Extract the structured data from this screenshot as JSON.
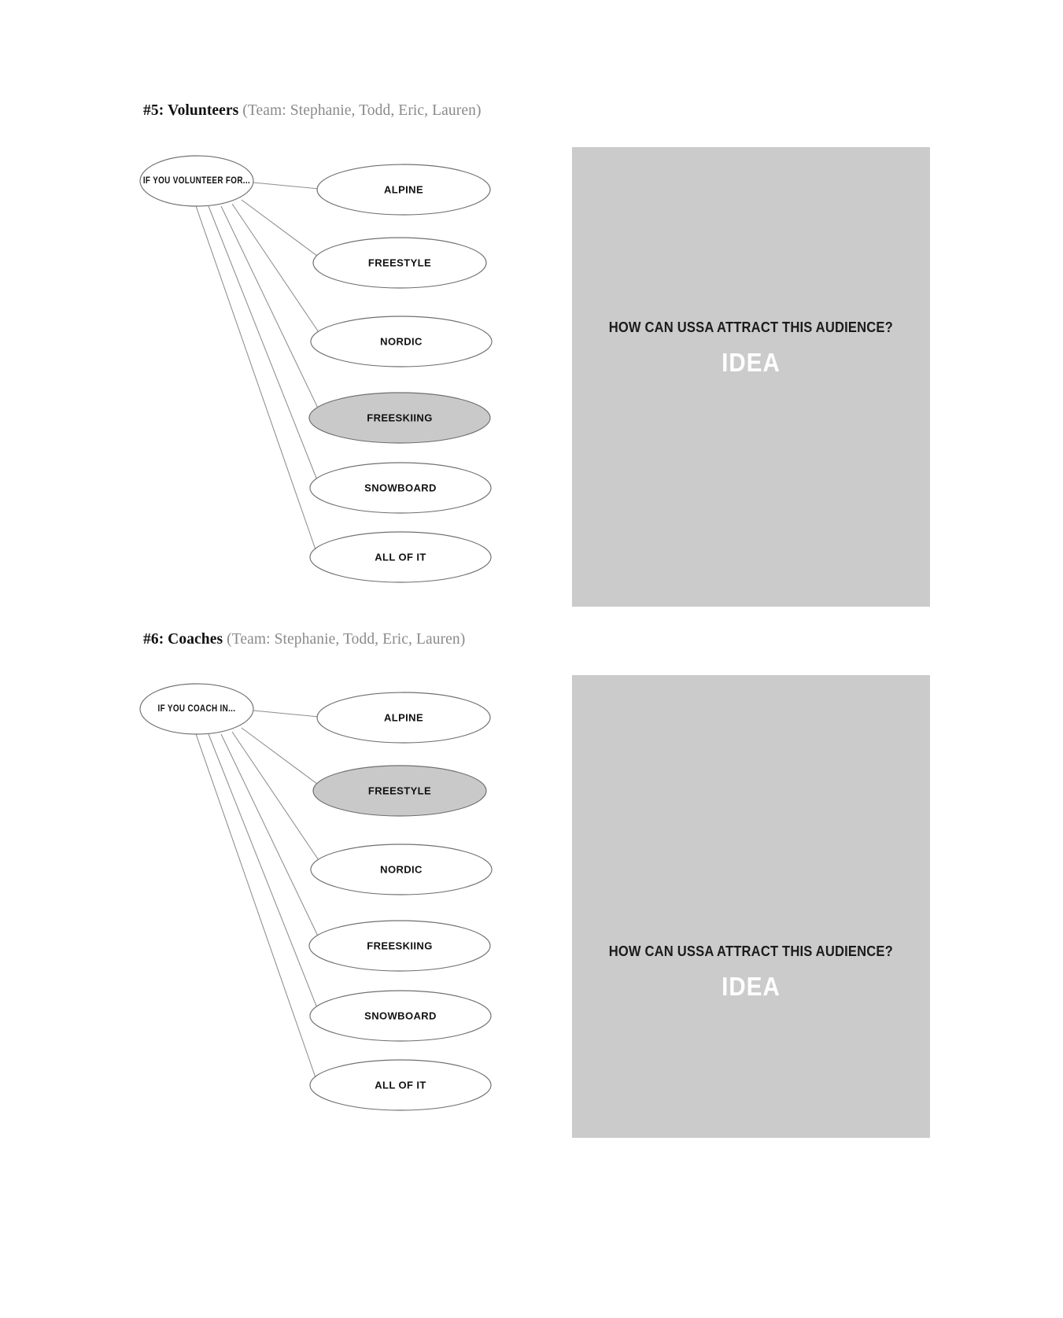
{
  "document": {
    "background_color": "#ffffff",
    "panel_color": "#cbcbcb",
    "highlight_color": "#c9c9c9",
    "heading_team_color": "#8a8a8a"
  },
  "sections": [
    {
      "id": "volunteers",
      "heading": {
        "number": "#5:",
        "title": "Volunteers",
        "team": "(Team: Stephanie, Todd, Eric, Lauren)"
      },
      "diagram": {
        "root": {
          "label": "IF YOU VOLUNTEER FOR..."
        },
        "nodes": [
          {
            "label": "ALPINE",
            "highlighted": false
          },
          {
            "label": "FREESTYLE",
            "highlighted": false
          },
          {
            "label": "NORDIC",
            "highlighted": false
          },
          {
            "label": "FREESKIING",
            "highlighted": true
          },
          {
            "label": "SNOWBOARD",
            "highlighted": false
          },
          {
            "label": "ALL OF IT",
            "highlighted": false
          }
        ]
      },
      "panel": {
        "question": "HOW CAN USSA ATTRACT THIS AUDIENCE?",
        "word": "IDEA"
      }
    },
    {
      "id": "coaches",
      "heading": {
        "number": "#6:",
        "title": "Coaches",
        "team": "(Team: Stephanie, Todd, Eric, Lauren)"
      },
      "diagram": {
        "root": {
          "label": "IF YOU COACH IN..."
        },
        "nodes": [
          {
            "label": "ALPINE",
            "highlighted": false
          },
          {
            "label": "FREESTYLE",
            "highlighted": true
          },
          {
            "label": "NORDIC",
            "highlighted": false
          },
          {
            "label": "FREESKIING",
            "highlighted": false
          },
          {
            "label": "SNOWBOARD",
            "highlighted": false
          },
          {
            "label": "ALL OF IT",
            "highlighted": false
          }
        ]
      },
      "panel": {
        "question": "HOW CAN USSA ATTRACT THIS AUDIENCE?",
        "word": "IDEA"
      }
    }
  ]
}
